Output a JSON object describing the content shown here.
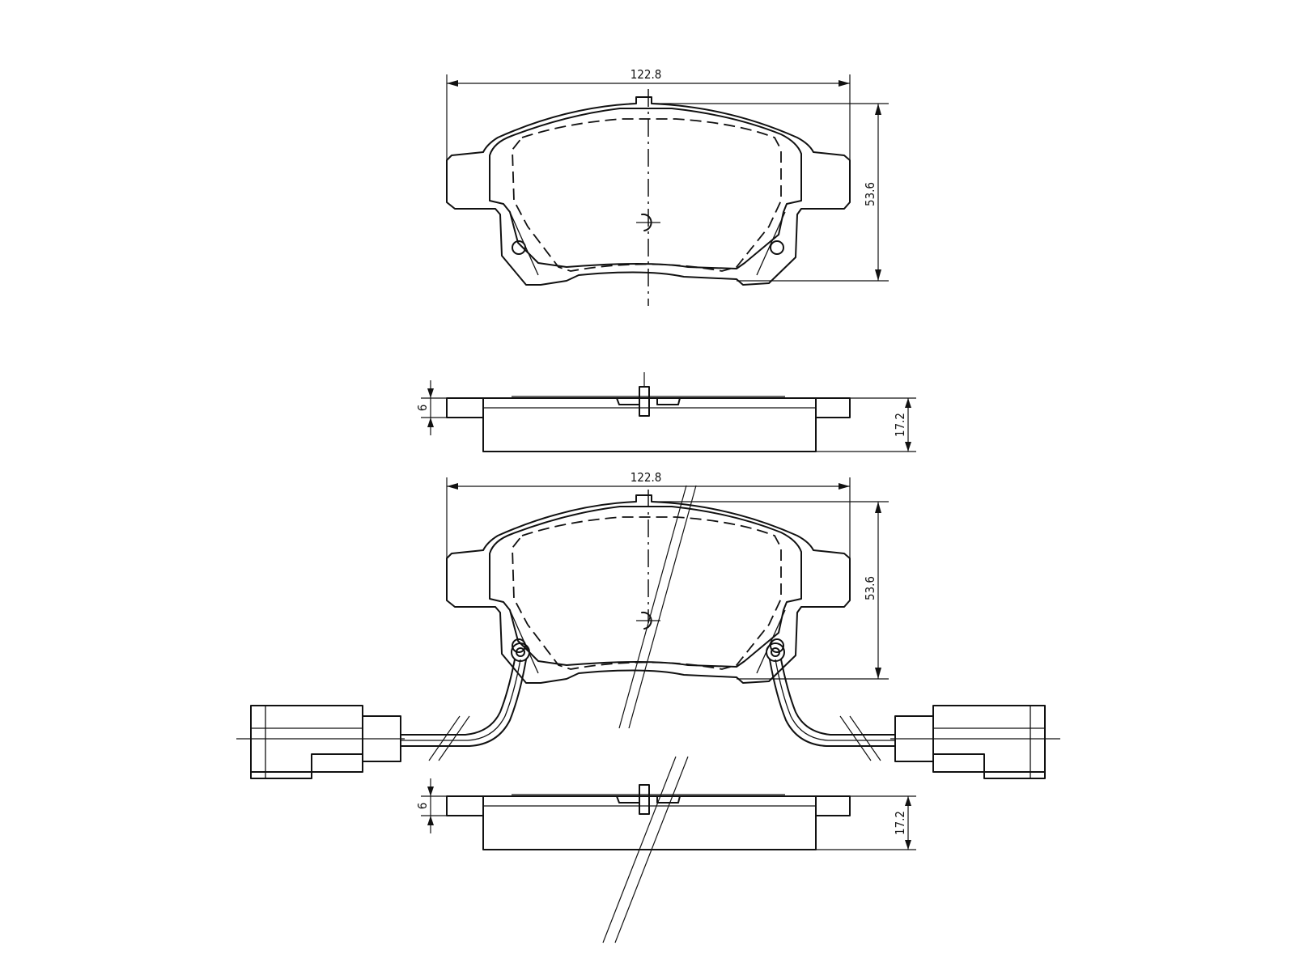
{
  "dimensions": {
    "top_width": "122.8",
    "top_height": "53.6",
    "top_side_thickness": "6",
    "top_side_total": "17.2",
    "bottom_width": "122.8",
    "bottom_height": "53.6",
    "bottom_side_thickness": "6",
    "bottom_side_total": "17.2"
  }
}
